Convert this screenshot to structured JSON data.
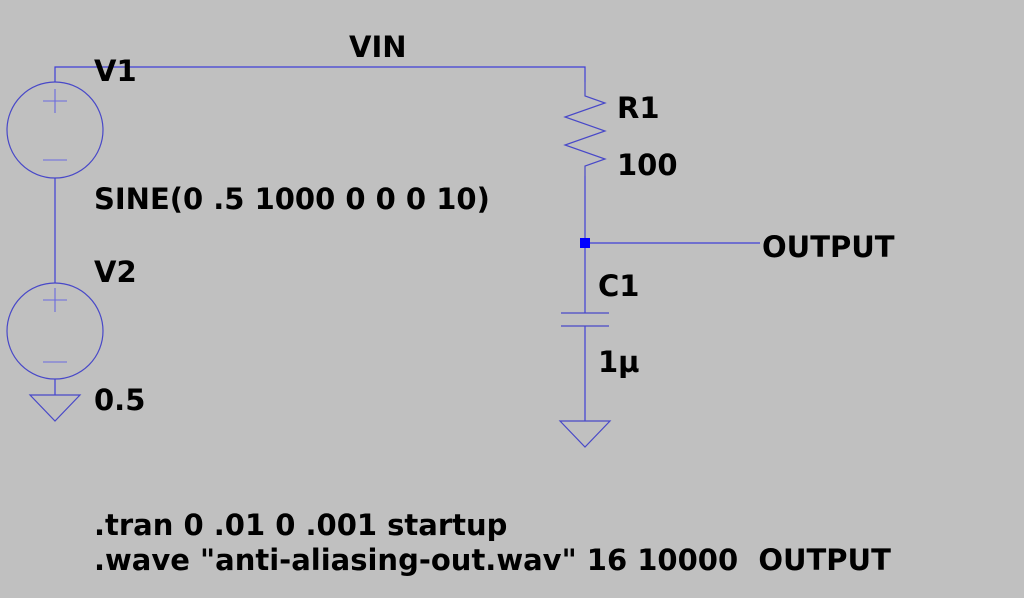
{
  "schematic": {
    "net_labels": {
      "vin": "VIN",
      "output": "OUTPUT"
    },
    "v1": {
      "name": "V1",
      "value": "SINE(0 .5 1000 0 0 0 10)"
    },
    "v2": {
      "name": "V2",
      "value": "0.5"
    },
    "r1": {
      "name": "R1",
      "value": "100"
    },
    "c1": {
      "name": "C1",
      "value": "1µ"
    },
    "directives": {
      "tran": ".tran 0 .01 0 .001 startup",
      "wave": ".wave \"anti-aliasing-out.wav\" 16 10000  OUTPUT"
    },
    "colors": {
      "background": "#c0c0c0",
      "wire": "#3f3fd6",
      "junction": "#0000ff",
      "text": "#000000"
    }
  }
}
